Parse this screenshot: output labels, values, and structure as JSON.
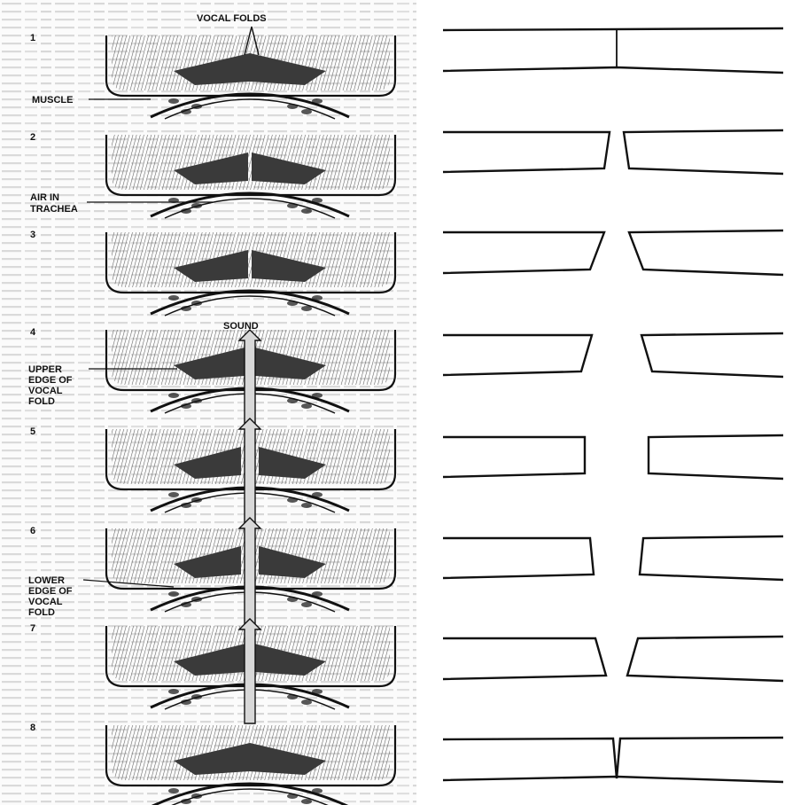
{
  "left_panel": {
    "stage_numbers": [
      "1",
      "2",
      "3",
      "4",
      "5",
      "6",
      "7",
      "8"
    ],
    "labels": {
      "vocal_folds": "VOCAL FOLDS",
      "muscle": "MUSCLE",
      "air_in_trachea": [
        "AIR IN",
        "TRACHEA"
      ],
      "sound": "SOUND",
      "upper_edge": [
        "UPPER",
        "EDGE OF",
        "VOCAL",
        "FOLD"
      ],
      "lower_edge": [
        "LOWER",
        "EDGE OF",
        "VOCAL",
        "FOLD"
      ]
    }
  },
  "right_panel": {
    "stage_count": 8
  },
  "colors": {
    "ink": "#111111",
    "background": "#ffffff",
    "paper_texture": "#d9d9d9"
  }
}
